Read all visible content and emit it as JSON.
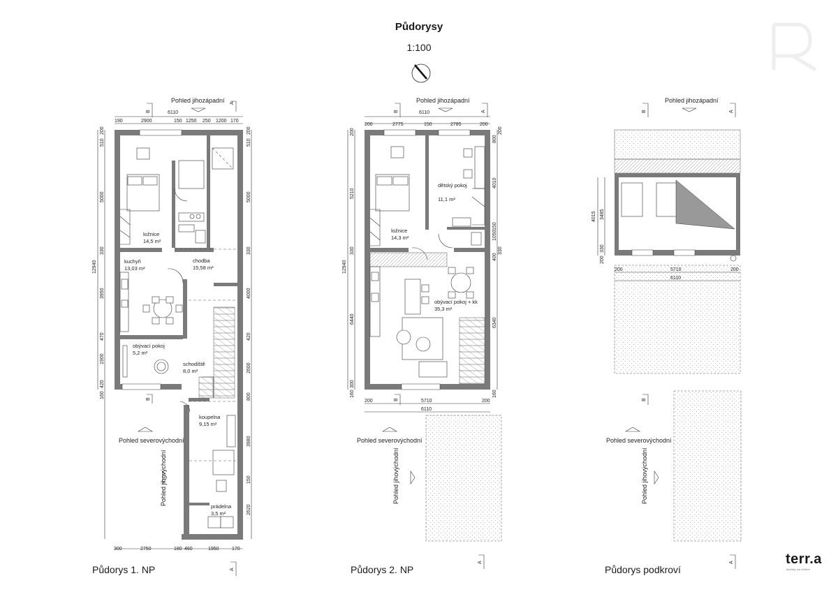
{
  "header": {
    "title": "Půdorysy",
    "scale": "1:100"
  },
  "brand": {
    "name": "terr.a",
    "tagline": "detaily na řešení"
  },
  "views": {
    "southwest": "Pohled jihozápadní",
    "northeast": "Pohled severovýchodní",
    "southeast": "Pohled jihovýchodní"
  },
  "section_marks": {
    "a": "A",
    "b": "B"
  },
  "plan1": {
    "label": "Půdorys 1. NP",
    "top_total": "6110",
    "top_parts": [
      "190",
      "2900",
      "150",
      "1250",
      "250",
      "1200",
      "170"
    ],
    "bottom_parts": [
      "300",
      "2750",
      "180",
      "460",
      "1950",
      "170"
    ],
    "left_dims": [
      "510",
      "200",
      "5000",
      "330",
      "3950",
      "470",
      "1900",
      "420",
      "160"
    ],
    "total_length": "12940",
    "right_dims": [
      "510",
      "200",
      "5000",
      "330",
      "4000",
      "420",
      "2600",
      "800",
      "3980",
      "150",
      "2620"
    ],
    "rooms": {
      "loznice": {
        "name": "ložnice",
        "area": "14,5 m²"
      },
      "kuchyn": {
        "name": "kuchyň",
        "area": "13,03 m²"
      },
      "chodba": {
        "name": "chodba",
        "area": "15,58 m²"
      },
      "obyvaci": {
        "name": "obývací pokoj",
        "area": "5,2 m²"
      },
      "schodiste": {
        "name": "schodiště",
        "area": "8,0 m²"
      },
      "koupelna": {
        "name": "koupelna",
        "area": "9,15 m²"
      },
      "pradelna": {
        "name": "prádelna",
        "area": "3,5 m²"
      }
    }
  },
  "plan2": {
    "label": "Půdorys 2. NP",
    "top_total": "6110",
    "top_parts": [
      "200",
      "2775",
      "150",
      "2785",
      "200"
    ],
    "left_dims": [
      "200",
      "5210",
      "330",
      "6440",
      "300",
      "160"
    ],
    "total_length": "12940",
    "right_dims": [
      "800",
      "200",
      "4010",
      "150",
      "1050",
      "330",
      "400",
      "6340",
      "160"
    ],
    "bottom_parts": [
      "200",
      "5710",
      "200"
    ],
    "bottom_total": "6110",
    "rooms": {
      "loznice": {
        "name": "ložnice",
        "area": "14,3 m²"
      },
      "detsky": {
        "name": "dětský pokoj",
        "area": "11,1 m²"
      },
      "obyvaci": {
        "name": "obývací pokoj + kk",
        "area": "35,3 m²"
      }
    }
  },
  "plan3": {
    "label": "Půdorys podkroví",
    "left_dims": [
      "4015",
      "3485",
      "200",
      "330"
    ],
    "bottom_parts": [
      "200",
      "5710",
      "200"
    ],
    "bottom_total": "6110"
  }
}
